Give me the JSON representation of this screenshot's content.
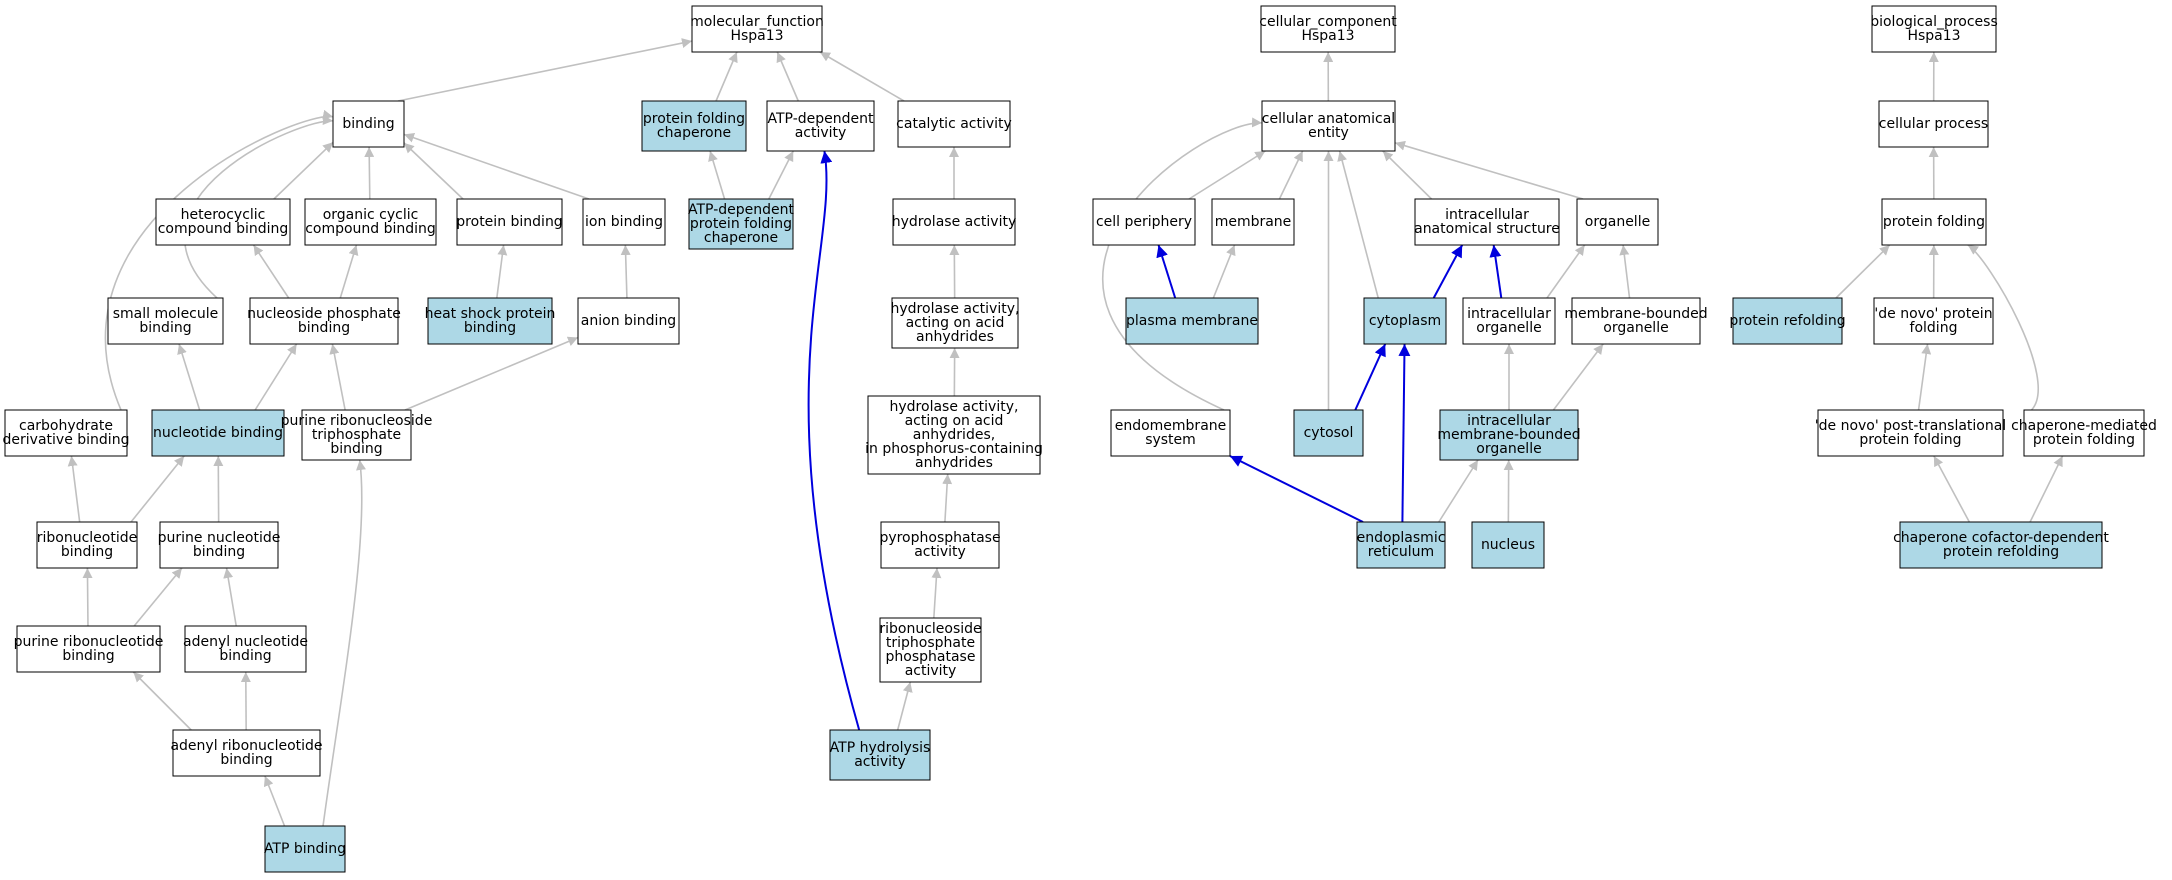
{
  "colors": {
    "plain_fill": "#ffffff",
    "highlight_fill": "#add8e6",
    "gray_edge": "#c0c0c0",
    "blue_edge": "#0000dd"
  },
  "nodes": [
    {
      "id": "mf",
      "lines": [
        "molecular_function",
        "Hspa13"
      ],
      "highlight": false
    },
    {
      "id": "binding",
      "lines": [
        "binding"
      ],
      "highlight": false
    },
    {
      "id": "pfc",
      "lines": [
        "protein folding",
        "chaperone"
      ],
      "highlight": true
    },
    {
      "id": "atpdep",
      "lines": [
        "ATP-dependent",
        "activity"
      ],
      "highlight": false
    },
    {
      "id": "catalytic",
      "lines": [
        "catalytic activity"
      ],
      "highlight": false
    },
    {
      "id": "hetero",
      "lines": [
        "heterocyclic",
        "compound binding"
      ],
      "highlight": false
    },
    {
      "id": "orgcyc",
      "lines": [
        "organic cyclic",
        "compound binding"
      ],
      "highlight": false
    },
    {
      "id": "protbind",
      "lines": [
        "protein binding"
      ],
      "highlight": false
    },
    {
      "id": "ionbind",
      "lines": [
        "ion binding"
      ],
      "highlight": false
    },
    {
      "id": "atpdeppfc",
      "lines": [
        "ATP-dependent",
        "protein folding",
        "chaperone"
      ],
      "highlight": true
    },
    {
      "id": "hydrolase",
      "lines": [
        "hydrolase activity"
      ],
      "highlight": false
    },
    {
      "id": "smallmol",
      "lines": [
        "small molecule",
        "binding"
      ],
      "highlight": false
    },
    {
      "id": "nucphos",
      "lines": [
        "nucleoside phosphate",
        "binding"
      ],
      "highlight": false
    },
    {
      "id": "hsp",
      "lines": [
        "heat shock protein",
        "binding"
      ],
      "highlight": true
    },
    {
      "id": "anion",
      "lines": [
        "anion binding"
      ],
      "highlight": false
    },
    {
      "id": "hydacid",
      "lines": [
        "hydrolase activity,",
        "acting on acid",
        "anhydrides"
      ],
      "highlight": false
    },
    {
      "id": "carbo",
      "lines": [
        "carbohydrate",
        "derivative binding"
      ],
      "highlight": false
    },
    {
      "id": "nucbind",
      "lines": [
        "nucleotide binding"
      ],
      "highlight": true
    },
    {
      "id": "purribotri",
      "lines": [
        "purine ribonucleoside",
        "triphosphate",
        "binding"
      ],
      "highlight": false
    },
    {
      "id": "hydphos",
      "lines": [
        "hydrolase activity,",
        "acting on acid",
        "anhydrides,",
        "in phosphorus-containing",
        "anhydrides"
      ],
      "highlight": false
    },
    {
      "id": "ribonuc",
      "lines": [
        "ribonucleotide",
        "binding"
      ],
      "highlight": false
    },
    {
      "id": "purnuc",
      "lines": [
        "purine nucleotide",
        "binding"
      ],
      "highlight": false
    },
    {
      "id": "pyrophos",
      "lines": [
        "pyrophosphatase",
        "activity"
      ],
      "highlight": false
    },
    {
      "id": "purribonuc",
      "lines": [
        "purine ribonucleotide",
        "binding"
      ],
      "highlight": false
    },
    {
      "id": "adenyl",
      "lines": [
        "adenyl nucleotide",
        "binding"
      ],
      "highlight": false
    },
    {
      "id": "ribotriphos",
      "lines": [
        "ribonucleoside",
        "triphosphate",
        "phosphatase",
        "activity"
      ],
      "highlight": false
    },
    {
      "id": "adenylribo",
      "lines": [
        "adenyl ribonucleotide",
        "binding"
      ],
      "highlight": false
    },
    {
      "id": "atphyd",
      "lines": [
        "ATP hydrolysis",
        "activity"
      ],
      "highlight": true
    },
    {
      "id": "atpbind",
      "lines": [
        "ATP binding"
      ],
      "highlight": true
    },
    {
      "id": "cc",
      "lines": [
        "cellular_component",
        "Hspa13"
      ],
      "highlight": false
    },
    {
      "id": "cae",
      "lines": [
        "cellular anatomical",
        "entity"
      ],
      "highlight": false
    },
    {
      "id": "cellper",
      "lines": [
        "cell periphery"
      ],
      "highlight": false
    },
    {
      "id": "membrane",
      "lines": [
        "membrane"
      ],
      "highlight": false
    },
    {
      "id": "intracas",
      "lines": [
        "intracellular",
        "anatomical structure"
      ],
      "highlight": false
    },
    {
      "id": "organelle",
      "lines": [
        "organelle"
      ],
      "highlight": false
    },
    {
      "id": "plasma",
      "lines": [
        "plasma membrane"
      ],
      "highlight": true
    },
    {
      "id": "cytoplasm",
      "lines": [
        "cytoplasm"
      ],
      "highlight": true
    },
    {
      "id": "intraorg",
      "lines": [
        "intracellular",
        "organelle"
      ],
      "highlight": false
    },
    {
      "id": "membound",
      "lines": [
        "membrane-bounded",
        "organelle"
      ],
      "highlight": false
    },
    {
      "id": "endomem",
      "lines": [
        "endomembrane",
        "system"
      ],
      "highlight": false
    },
    {
      "id": "cytosol",
      "lines": [
        "cytosol"
      ],
      "highlight": true
    },
    {
      "id": "intramem",
      "lines": [
        "intracellular",
        "membrane-bounded",
        "organelle"
      ],
      "highlight": true
    },
    {
      "id": "er",
      "lines": [
        "endoplasmic",
        "reticulum"
      ],
      "highlight": true
    },
    {
      "id": "nucleus",
      "lines": [
        "nucleus"
      ],
      "highlight": true
    },
    {
      "id": "bp",
      "lines": [
        "biological_process",
        "Hspa13"
      ],
      "highlight": false
    },
    {
      "id": "cellproc",
      "lines": [
        "cellular process"
      ],
      "highlight": false
    },
    {
      "id": "protfold",
      "lines": [
        "protein folding"
      ],
      "highlight": false
    },
    {
      "id": "protrefold",
      "lines": [
        "protein refolding"
      ],
      "highlight": true
    },
    {
      "id": "denovo",
      "lines": [
        "'de novo' protein",
        "folding"
      ],
      "highlight": false
    },
    {
      "id": "denovopost",
      "lines": [
        "'de novo' post-translational",
        "protein folding"
      ],
      "highlight": false
    },
    {
      "id": "chapmed",
      "lines": [
        "chaperone-mediated",
        "protein folding"
      ],
      "highlight": false
    },
    {
      "id": "chapcof",
      "lines": [
        "chaperone cofactor-dependent",
        "protein refolding"
      ],
      "highlight": true
    }
  ],
  "edges": [
    {
      "from": "binding",
      "to": "mf",
      "color": "gray"
    },
    {
      "from": "pfc",
      "to": "mf",
      "color": "gray"
    },
    {
      "from": "atpdep",
      "to": "mf",
      "color": "gray"
    },
    {
      "from": "catalytic",
      "to": "mf",
      "color": "gray"
    },
    {
      "from": "hetero",
      "to": "binding",
      "color": "gray"
    },
    {
      "from": "orgcyc",
      "to": "binding",
      "color": "gray"
    },
    {
      "from": "protbind",
      "to": "binding",
      "color": "gray"
    },
    {
      "from": "ionbind",
      "to": "binding",
      "color": "gray"
    },
    {
      "from": "smallmol",
      "to": "binding",
      "color": "gray"
    },
    {
      "from": "carbo",
      "to": "binding",
      "color": "gray"
    },
    {
      "from": "atpdeppfc",
      "to": "pfc",
      "color": "gray"
    },
    {
      "from": "atpdeppfc",
      "to": "atpdep",
      "color": "gray"
    },
    {
      "from": "hydrolase",
      "to": "catalytic",
      "color": "gray"
    },
    {
      "from": "nucphos",
      "to": "hetero",
      "color": "gray"
    },
    {
      "from": "nucphos",
      "to": "orgcyc",
      "color": "gray"
    },
    {
      "from": "hsp",
      "to": "protbind",
      "color": "gray"
    },
    {
      "from": "anion",
      "to": "ionbind",
      "color": "gray"
    },
    {
      "from": "hydacid",
      "to": "hydrolase",
      "color": "gray"
    },
    {
      "from": "nucbind",
      "to": "smallmol",
      "color": "gray"
    },
    {
      "from": "nucbind",
      "to": "nucphos",
      "color": "gray"
    },
    {
      "from": "purribotri",
      "to": "nucphos",
      "color": "gray"
    },
    {
      "from": "purribotri",
      "to": "anion",
      "color": "gray"
    },
    {
      "from": "hydphos",
      "to": "hydacid",
      "color": "gray"
    },
    {
      "from": "ribonuc",
      "to": "carbo",
      "color": "gray"
    },
    {
      "from": "ribonuc",
      "to": "nucbind",
      "color": "gray"
    },
    {
      "from": "purnuc",
      "to": "nucbind",
      "color": "gray"
    },
    {
      "from": "pyrophos",
      "to": "hydphos",
      "color": "gray"
    },
    {
      "from": "purribonuc",
      "to": "ribonuc",
      "color": "gray"
    },
    {
      "from": "purribonuc",
      "to": "purnuc",
      "color": "gray"
    },
    {
      "from": "adenyl",
      "to": "purnuc",
      "color": "gray"
    },
    {
      "from": "ribotriphos",
      "to": "pyrophos",
      "color": "gray"
    },
    {
      "from": "adenylribo",
      "to": "purribonuc",
      "color": "gray"
    },
    {
      "from": "adenylribo",
      "to": "adenyl",
      "color": "gray"
    },
    {
      "from": "atphyd",
      "to": "ribotriphos",
      "color": "gray"
    },
    {
      "from": "atphyd",
      "to": "atpdep",
      "color": "blue"
    },
    {
      "from": "atpbind",
      "to": "adenylribo",
      "color": "gray"
    },
    {
      "from": "atpbind",
      "to": "purribotri",
      "color": "gray"
    },
    {
      "from": "cae",
      "to": "cc",
      "color": "gray"
    },
    {
      "from": "cellper",
      "to": "cae",
      "color": "gray"
    },
    {
      "from": "membrane",
      "to": "cae",
      "color": "gray"
    },
    {
      "from": "intracas",
      "to": "cae",
      "color": "gray"
    },
    {
      "from": "organelle",
      "to": "cae",
      "color": "gray"
    },
    {
      "from": "endomem",
      "to": "cae",
      "color": "gray"
    },
    {
      "from": "cytosol",
      "to": "cae",
      "color": "gray"
    },
    {
      "from": "cytoplasm",
      "to": "cae",
      "color": "gray"
    },
    {
      "from": "plasma",
      "to": "cellper",
      "color": "blue"
    },
    {
      "from": "plasma",
      "to": "membrane",
      "color": "gray"
    },
    {
      "from": "cytoplasm",
      "to": "intracas",
      "color": "blue"
    },
    {
      "from": "intraorg",
      "to": "intracas",
      "color": "blue"
    },
    {
      "from": "intraorg",
      "to": "organelle",
      "color": "gray"
    },
    {
      "from": "membound",
      "to": "organelle",
      "color": "gray"
    },
    {
      "from": "cytosol",
      "to": "cytoplasm",
      "color": "blue"
    },
    {
      "from": "intramem",
      "to": "intraorg",
      "color": "gray"
    },
    {
      "from": "intramem",
      "to": "membound",
      "color": "gray"
    },
    {
      "from": "er",
      "to": "endomem",
      "color": "blue"
    },
    {
      "from": "er",
      "to": "cytoplasm",
      "color": "blue"
    },
    {
      "from": "er",
      "to": "intramem",
      "color": "gray"
    },
    {
      "from": "nucleus",
      "to": "intramem",
      "color": "gray"
    },
    {
      "from": "cellproc",
      "to": "bp",
      "color": "gray"
    },
    {
      "from": "protfold",
      "to": "cellproc",
      "color": "gray"
    },
    {
      "from": "protrefold",
      "to": "protfold",
      "color": "gray"
    },
    {
      "from": "denovo",
      "to": "protfold",
      "color": "gray"
    },
    {
      "from": "chapmed",
      "to": "protfold",
      "color": "gray"
    },
    {
      "from": "denovopost",
      "to": "denovo",
      "color": "gray"
    },
    {
      "from": "chapcof",
      "to": "denovopost",
      "color": "gray"
    },
    {
      "from": "chapcof",
      "to": "chapmed",
      "color": "gray"
    }
  ]
}
